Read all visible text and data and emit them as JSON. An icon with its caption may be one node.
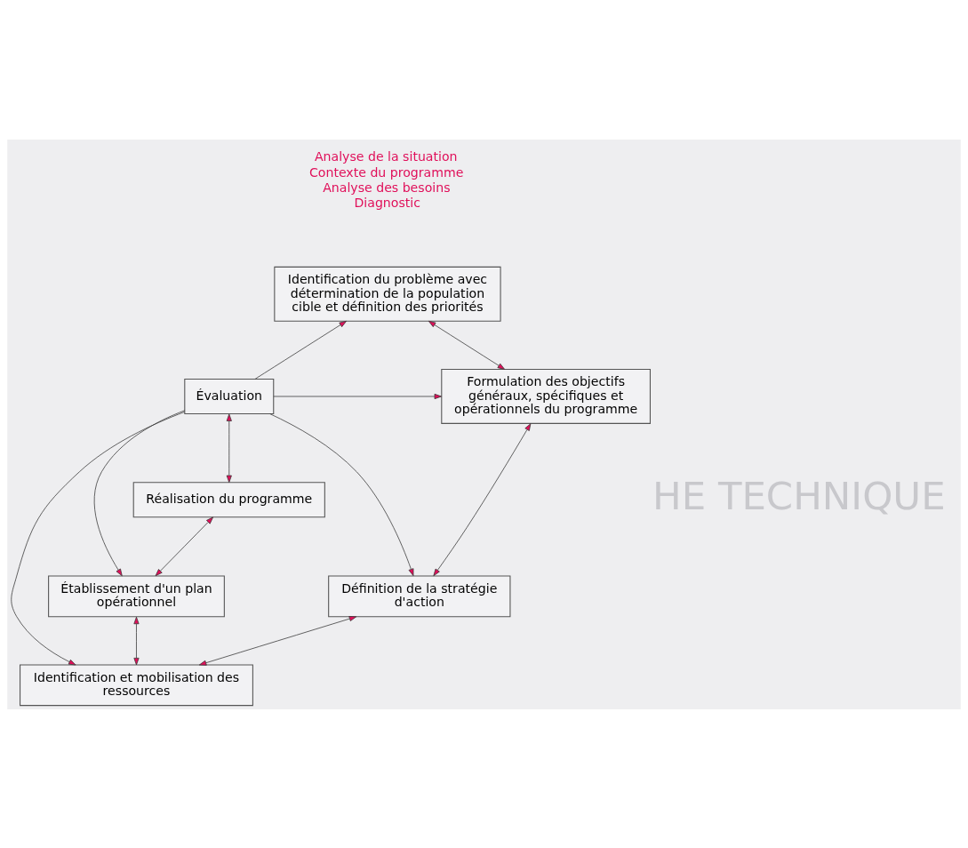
{
  "diagram": {
    "nodes": [
      {
        "text": [
          "Identification du problème avec détermination de la population cible et définition des priorités"
        ]
      },
      {
        "text": [
          "Évaluation"
        ]
      },
      {
        "text": [
          "Formulation des objectifs généraux, spécifiques et opérationnels du programme"
        ]
      },
      {
        "text": [
          "Réalisation du programme"
        ]
      },
      {
        "text": [
          "Établissement d'un plan opérationnel"
        ]
      },
      {
        "text": [
          "Définition de la stratégie d'action"
        ]
      },
      {
        "text": [
          "Identification et mobilisation des ressources"
        ]
      }
    ],
    "edges": [
      {
        "from": 1,
        "to": 0,
        "arrow": "to"
      },
      {
        "from": 0,
        "to": 2,
        "arrow": "both"
      },
      {
        "from": 2,
        "to": 5,
        "arrow": "both"
      },
      {
        "from": 5,
        "to": 6,
        "arrow": "both"
      },
      {
        "from": 6,
        "to": 4,
        "arrow": "both"
      },
      {
        "from": 4,
        "to": 3,
        "arrow": "both"
      },
      {
        "from": 3,
        "to": 1,
        "arrow": "both"
      },
      {
        "from": 1,
        "to": 2,
        "arrow": "to"
      },
      {
        "from": 1,
        "to": 5,
        "arrow": "to"
      },
      {
        "from": 1,
        "to": 6,
        "arrow": "to"
      },
      {
        "from": 1,
        "to": 4,
        "arrow": "to"
      }
    ],
    "labels": [
      "Analyse de la situation",
      "Contexte du programme",
      "Analyse des besoins",
      "Diagnostic",
      "HE TECHNIQUE"
    ]
  }
}
